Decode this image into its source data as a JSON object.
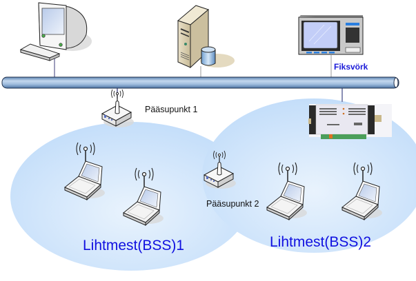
{
  "diagram": {
    "title": "",
    "backbone": {
      "label": "Fiksvörk"
    },
    "access_points": [
      {
        "label": "Pääsupunkt 1"
      },
      {
        "label": "Pääsupunkt 2"
      }
    ],
    "cells": [
      {
        "label": "Lihtmest(BSS)1"
      },
      {
        "label": "Lihtmest(BSS)2"
      }
    ],
    "wired_devices": [
      {
        "icon": "desktop-computer-icon"
      },
      {
        "icon": "server-with-database-icon"
      },
      {
        "icon": "industrial-panel-terminal-icon"
      },
      {
        "icon": "plc-controller-icon"
      }
    ],
    "wireless_clients": [
      {
        "icon": "laptop-wireless-icon",
        "cell": 1
      },
      {
        "icon": "laptop-wireless-icon",
        "cell": 1
      },
      {
        "icon": "laptop-wireless-icon",
        "cell": 2
      },
      {
        "icon": "laptop-wireless-icon",
        "cell": 2
      }
    ],
    "colors": {
      "cell_fill": "#cfe4fb",
      "backbone": "#8fb3d9",
      "label_blue": "#1010e0"
    }
  }
}
